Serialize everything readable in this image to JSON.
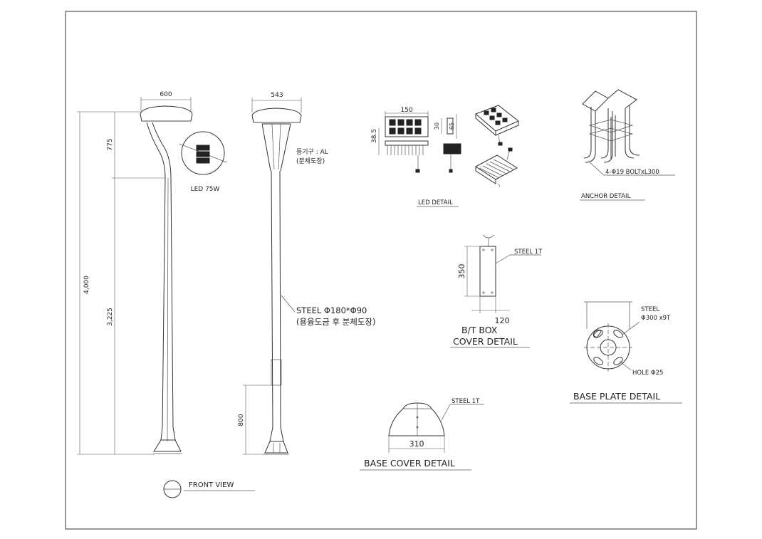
{
  "front_view": {
    "lamp_width_1": "600",
    "lamp_width_2": "543",
    "dim_total": "4,000",
    "dim_head": "775",
    "dim_pole": "3,225",
    "dim_base": "800",
    "led_label": "LED 75W",
    "fixture_material": "등기구 : AL",
    "fixture_finish": "(분체도장)",
    "pole_spec": "STEEL Φ180*Φ90",
    "pole_finish": "(용융도금 후 분체도장)",
    "title": "FRONT VIEW"
  },
  "led_detail": {
    "dim_width": "150",
    "dim_depth": "38.5",
    "dim_a": "30",
    "dim_b": "65",
    "title": "LED DETAIL"
  },
  "anchor_detail": {
    "bolt_spec": "4-Φ19 BOLTxL300",
    "title": "ANCHOR DETAIL"
  },
  "bt_box": {
    "material": "STEEL  1T",
    "dim_height": "350",
    "dim_width": "120",
    "title_line1": "B/T BOX",
    "title_line2": "COVER DETAIL"
  },
  "base_plate": {
    "material": "STEEL",
    "plate_spec": "Φ300 x9T",
    "hole_spec": "HOLE Φ25",
    "title": "BASE PLATE DETAIL"
  },
  "base_cover": {
    "material": "STEEL 1T",
    "dim_width": "310",
    "title": "BASE COVER DETAIL"
  }
}
